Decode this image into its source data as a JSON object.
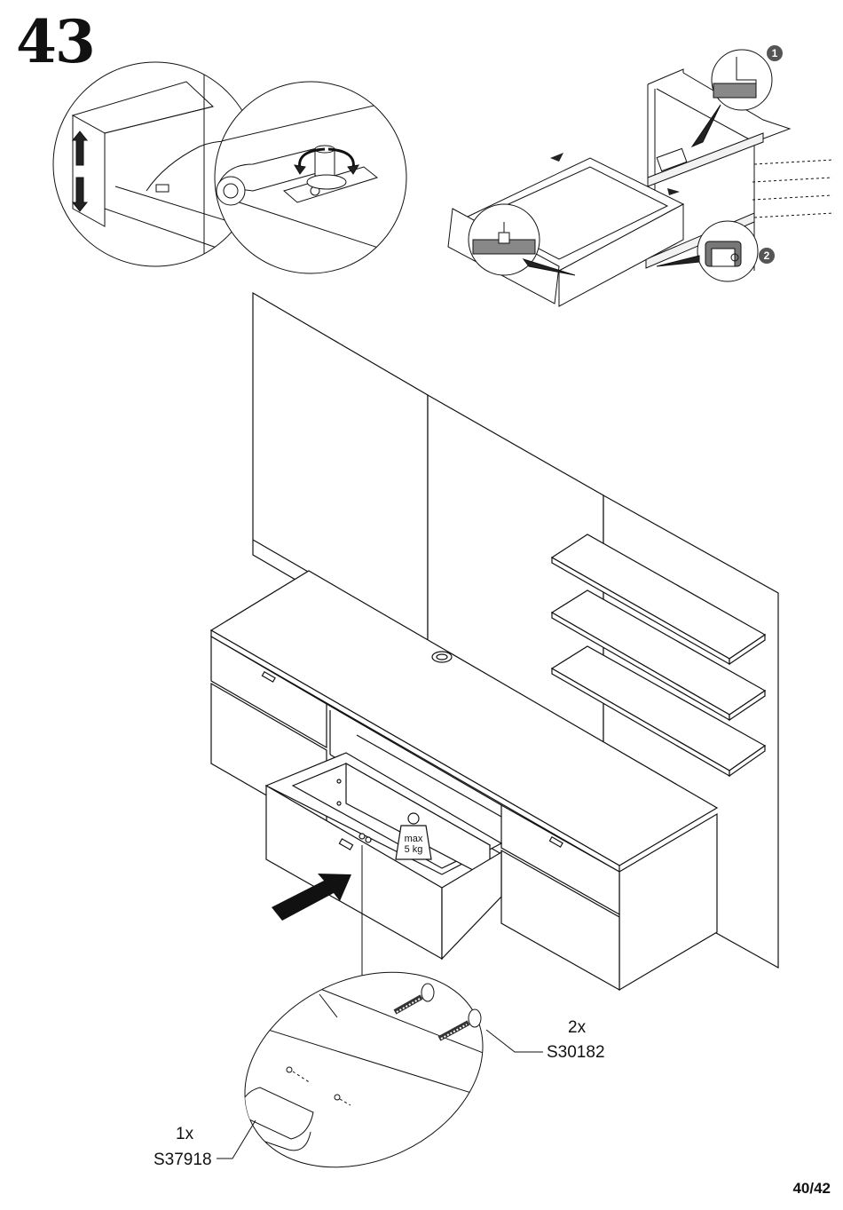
{
  "step_number": "43",
  "callout_1": "1",
  "callout_2": "2",
  "weight_label": {
    "line1": "max",
    "line2": "5 kg"
  },
  "parts": [
    {
      "qty": "2x",
      "code": "S30182"
    },
    {
      "qty": "1x",
      "code": "S37918"
    }
  ],
  "page_number": "40/42",
  "icons": {
    "arrows": "up-down-arrows-icon",
    "rotate": "rotate-arrow-icon",
    "insert": "insert-arrow-icon"
  }
}
